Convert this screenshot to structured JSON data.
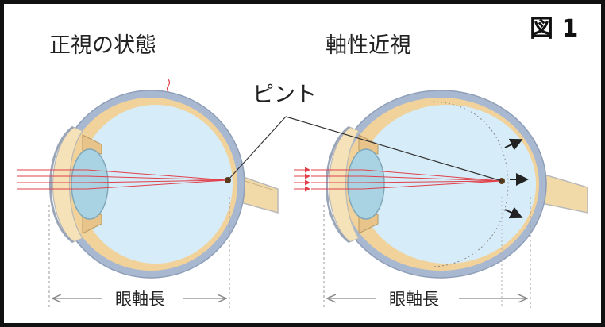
{
  "figure_label": "図 1",
  "left_eye": {
    "title": "正視の状態",
    "axial_length_label": "眼軸長"
  },
  "right_eye": {
    "title": "軸性近視",
    "axial_length_label": "眼軸長"
  },
  "focus_label": "ピント",
  "colors": {
    "sclera": "#a8b8d0",
    "choroid": "#f0d29a",
    "vitreous": "#d6ecf8",
    "lens": "#a9d3e3",
    "light_rays": "#e0404a",
    "frame": "#111111"
  }
}
